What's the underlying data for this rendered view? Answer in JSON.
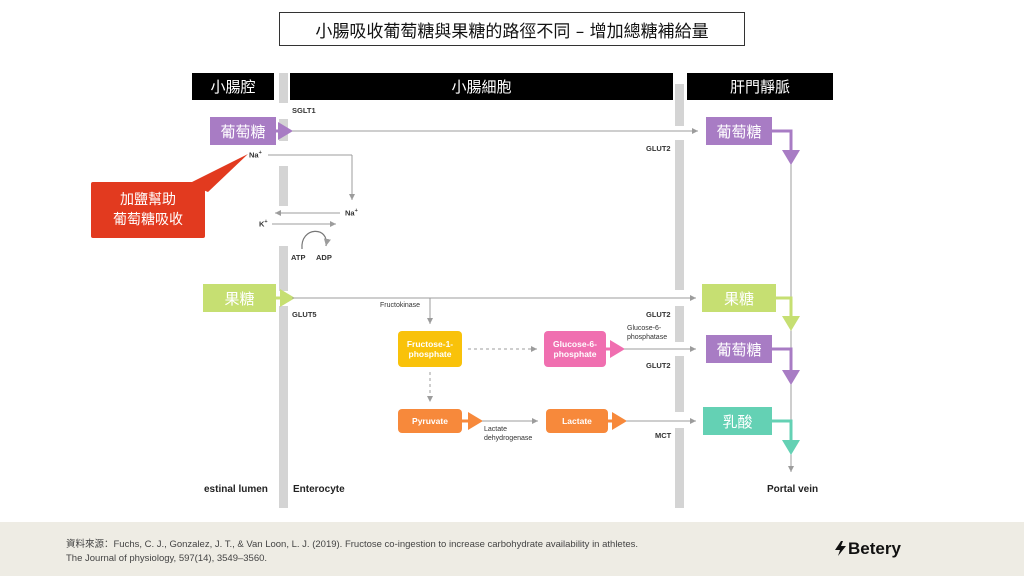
{
  "title": "小腸吸收葡萄糖與果糖的路徑不同 – 增加總糖補給量",
  "headers": {
    "lumen": "小腸腔",
    "cell": "小腸細胞",
    "vein": "肝門靜脈"
  },
  "transporters": {
    "sglt1": "SGLT1",
    "glut2_top": "GLUT2",
    "glut5": "GLUT5",
    "glut2_fru": "GLUT2",
    "glut2_glc": "GLUT2",
    "mct": "MCT"
  },
  "ions": {
    "na_left": "Na",
    "na_right": "Na",
    "k": "K",
    "plus": "+",
    "atp": "ATP",
    "adp": "ADP"
  },
  "sugars": {
    "glucose_lumen": "葡萄糖",
    "glucose_vein": "葡萄糖",
    "fructose_lumen": "果糖",
    "fructose_vein": "果糖",
    "glucose_vein2": "葡萄糖",
    "lactate_vein": "乳酸"
  },
  "callout": {
    "line1": "加鹽幫助",
    "line2": "葡萄糖吸收"
  },
  "metabolism": {
    "fructokinase": "Fructokinase",
    "f1p_line1": "Fructose-1-",
    "f1p_line2": "phosphate",
    "g6p_line1": "Glucose-6-",
    "g6p_line2": "phosphate",
    "g6pase_line1": "Glucose-6-",
    "g6pase_line2": "phosphatase",
    "pyruvate": "Pyruvate",
    "lactate": "Lactate",
    "ldh_line1": "Lactate",
    "ldh_line2": "dehydrogenase"
  },
  "bottom_labels": {
    "lumen": "estinal lumen",
    "enterocyte": "Enterocyte",
    "portal": "Portal vein"
  },
  "footer": {
    "cite_line1": "資料來源：Fuchs, C. J., Gonzalez, J. T., & Van Loon, L. J. (2019). Fructose co-ingestion to increase carbohydrate availability in athletes.",
    "cite_line2": "The Journal of physiology, 597(14), 3549–3560.",
    "brand": "Betery",
    "brand_icon": "lightning-bolt-icon"
  },
  "colors": {
    "purple": "#a87cc4",
    "lime": "#c6df72",
    "teal": "#64d1b4",
    "orange": "#f7893b",
    "yellow": "#f9c20a",
    "pink": "#f06fb0",
    "callout_red": "#e23a1f",
    "membrane_gray": "#d4d4d4"
  }
}
